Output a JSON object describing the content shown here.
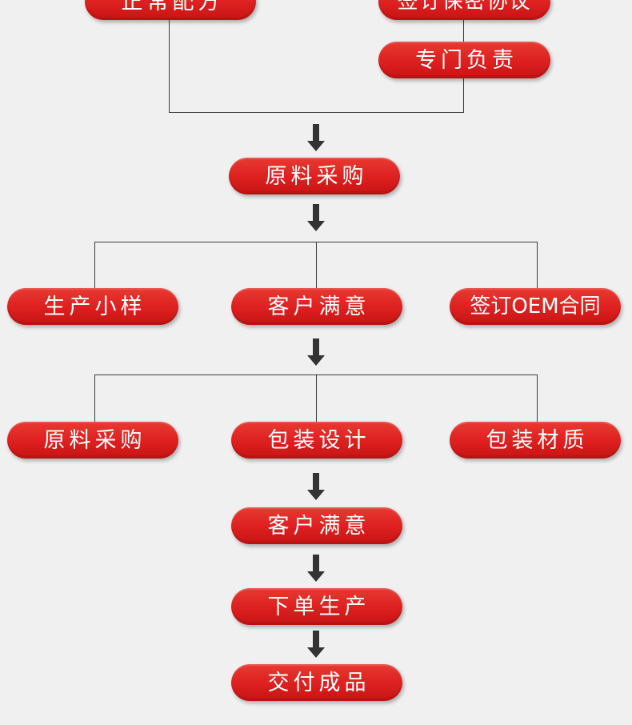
{
  "steps": {
    "normal_formula": "正常配方",
    "sign_confidentiality": "签订保密协议",
    "dedicated_responsibility": "专门负责",
    "raw_material_purchase_1": "原料采购",
    "production_sample": "生产小样",
    "customer_satisfied_1": "客户满意",
    "sign_oem_contract": "签订OEM合同",
    "raw_material_purchase_2": "原料采购",
    "package_design": "包装设计",
    "package_material": "包装材质",
    "customer_satisfied_2": "客户满意",
    "place_order_production": "下单生产",
    "deliver_product": "交付成品"
  },
  "colors": {
    "pill": "#dd1f1f",
    "line": "#3a3a3a",
    "background": "#f0f0f0"
  }
}
